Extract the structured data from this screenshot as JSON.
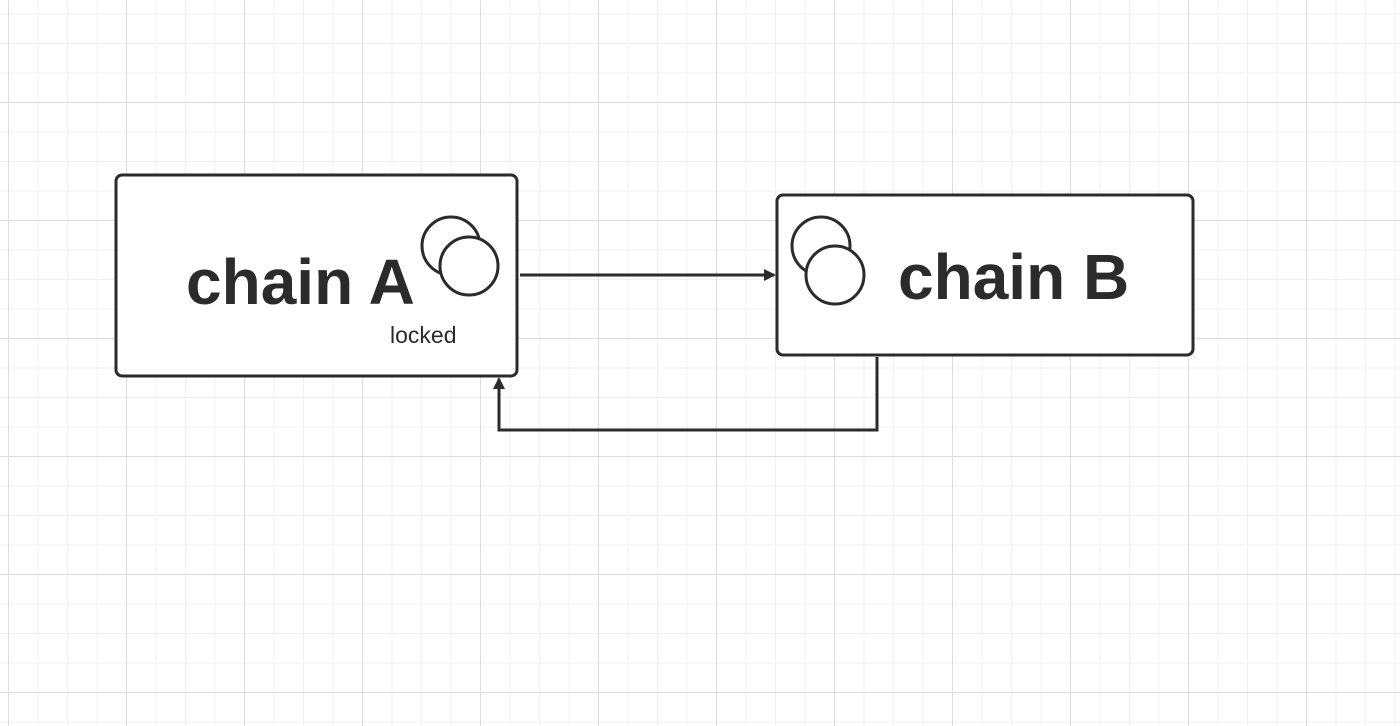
{
  "nodes": {
    "chain_a": {
      "label": "chain A",
      "note": "locked"
    },
    "chain_b": {
      "label": "chain B"
    }
  },
  "icons": {
    "token_stack": "double-circle-coins-icon"
  },
  "colors": {
    "stroke": "#2b2b2b",
    "grid_major": "#dcdcdc",
    "grid_minor": "#f0f0f0",
    "background": "#ffffff"
  }
}
